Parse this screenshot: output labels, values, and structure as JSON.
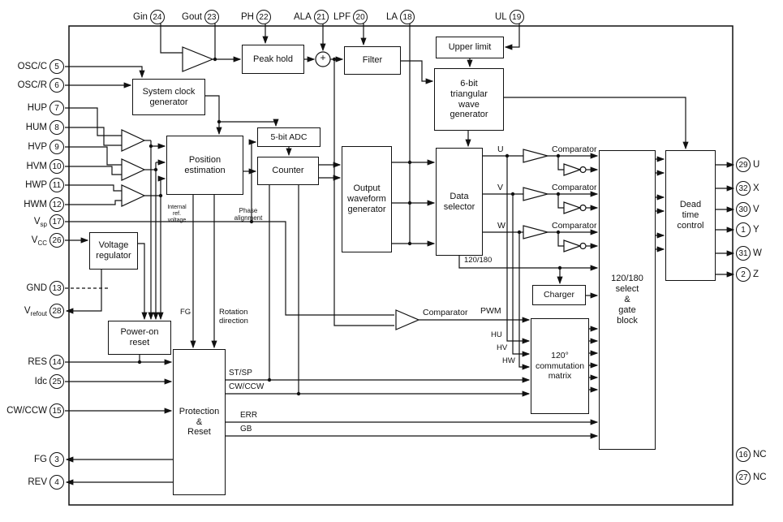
{
  "pins": {
    "top": [
      {
        "label": "Gin",
        "num": "24"
      },
      {
        "label": "Gout",
        "num": "23"
      },
      {
        "label": "PH",
        "num": "22"
      },
      {
        "label": "ALA",
        "num": "21"
      },
      {
        "label": "LPF",
        "num": "20"
      },
      {
        "label": "LA",
        "num": "18"
      },
      {
        "label": "UL",
        "num": "19"
      }
    ],
    "left": [
      {
        "label": "OSC/C",
        "num": "5"
      },
      {
        "label": "OSC/R",
        "num": "6"
      },
      {
        "label": "HUP",
        "num": "7"
      },
      {
        "label": "HUM",
        "num": "8"
      },
      {
        "label": "HVP",
        "num": "9"
      },
      {
        "label": "HVM",
        "num": "10"
      },
      {
        "label": "HWP",
        "num": "11"
      },
      {
        "label": "HWM",
        "num": "12"
      },
      {
        "label": "V",
        "sub": "sp",
        "num": "17"
      },
      {
        "label": "V",
        "sub": "CC",
        "num": "26"
      },
      {
        "label": "GND",
        "num": "13"
      },
      {
        "label": "V",
        "sub": "refout",
        "num": "28"
      },
      {
        "label": "RES",
        "num": "14"
      },
      {
        "label": "Idc",
        "num": "25"
      },
      {
        "label": "CW/CCW",
        "num": "15"
      },
      {
        "label": "FG",
        "num": "3"
      },
      {
        "label": "REV",
        "num": "4"
      }
    ],
    "right": [
      {
        "num": "29",
        "label": "U"
      },
      {
        "num": "32",
        "label": "X"
      },
      {
        "num": "30",
        "label": "V"
      },
      {
        "num": "1",
        "label": "Y"
      },
      {
        "num": "31",
        "label": "W"
      },
      {
        "num": "2",
        "label": "Z"
      },
      {
        "num": "16",
        "label": "NC"
      },
      {
        "num": "27",
        "label": "NC"
      }
    ]
  },
  "blocks": {
    "peak_hold": "Peak hold",
    "filter": "Filter",
    "upper_limit": "Upper limit",
    "system_clock": "System clock\ngenerator",
    "triangular": "6-bit\ntriangular\nwave\ngenerator",
    "position_estimation": "Position\nestimation",
    "adc": "5-bit ADC",
    "counter": "Counter",
    "output_waveform": "Output\nwaveform\ngenerator",
    "data_selector": "Data\nselector",
    "dead_time": "Dead\ntime\ncontrol",
    "voltage_regulator": "Voltage\nregulator",
    "power_on_reset": "Power-on\nreset",
    "charger": "Charger",
    "commutation": "120°\ncommutation\nmatrix",
    "select_gate": "120/180\nselect\n&\ngate\nblock",
    "protection": "Protection\n&\nReset"
  },
  "labels": {
    "comparator": "Comparator",
    "internal_ref": "Internal\nref.\nvoltage",
    "phase_alignment": "Phase\nalignment",
    "fg": "FG",
    "rotation_direction": "Rotation\ndirection",
    "st_sp": "ST/SP",
    "cw_ccw": "CW/CCW",
    "err": "ERR",
    "gb": "GB",
    "pwm": "PWM",
    "hu": "HU",
    "hv": "HV",
    "hw": "HW",
    "u": "U",
    "v": "V",
    "w": "W",
    "sel_120_180": "120/180",
    "plus": "+"
  }
}
